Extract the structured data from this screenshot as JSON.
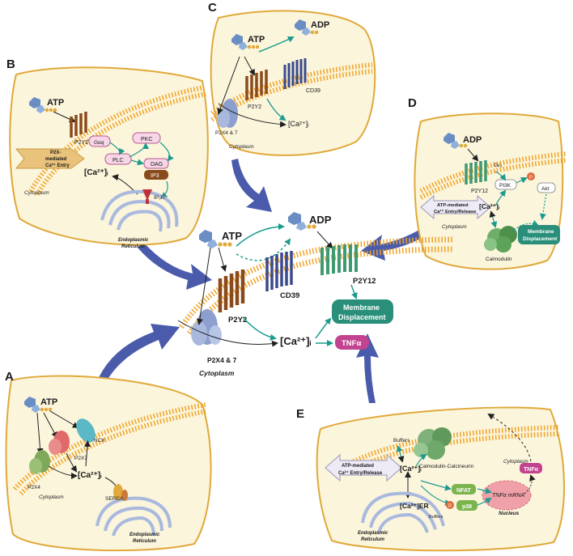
{
  "panels": {
    "A": {
      "letter": "A",
      "atp": "ATP",
      "p2x7": "P2X7",
      "p2x4": "P2X4",
      "ncx": "NCX",
      "ca": "[Ca²⁺]ᵢ",
      "serca": "SERCA",
      "cytoplasm": "Cytoplasm",
      "er1": "Endoplasmic",
      "er2": "Reticulum"
    },
    "B": {
      "letter": "B",
      "atp": "ATP",
      "p2y2": "P2Y2",
      "gq": "Gαq",
      "pkc": "PKC",
      "plc": "PLC",
      "dag": "DAG",
      "ip3": "IP3",
      "entry1": "P2X-",
      "entry2": "mediated",
      "entry3": "Ca²⁺ Entry",
      "ca": "[Ca²⁺]ᵢ",
      "ip3r": "IP₃R",
      "cytoplasm": "Cytoplasm",
      "er1": "Endoplasmic",
      "er2": "Reticulum"
    },
    "C": {
      "letter": "C",
      "atp": "ATP",
      "adp": "ADP",
      "cd39": "CD39",
      "p2y2": "P2Y2",
      "p2x": "P2X4 & 7",
      "ca": "[Ca²⁺]ᵢ",
      "cytoplasm": "Cytoplasm"
    },
    "D": {
      "letter": "D",
      "adp": "ADP",
      "gio": "Gᵢ/ₒ",
      "p2y12": "P2Y12",
      "pi3k": "PI3K",
      "akt": "Akt",
      "p": "P",
      "entry1": "ATP-mediated",
      "entry2": "Ca²⁺ Entry/Release",
      "ca": "[Ca²⁺]ᵢ",
      "cytoplasm": "Cytoplasm",
      "calmodulin": "Calmodulin",
      "md1": "Membrane",
      "md2": "Displacement"
    },
    "E": {
      "letter": "E",
      "buffers_top": "Buffers",
      "calmcalc": "Calmodulin-Calcineurin",
      "cytoplasm": "Cytoplasm",
      "entry1": "ATP-mediated",
      "entry2": "Ca²⁺ Entry/Release",
      "ca": "[Ca²⁺]ᵢ",
      "ca_er": "[Ca²⁺]ER",
      "buffers_er": "Buffers",
      "nfat": "NFAT",
      "p38": "p38",
      "p": "P",
      "tnf_mrna": "TNFα mRNA",
      "nucleus": "Nucleus",
      "tnf": "TNFα",
      "er1": "Endoplasmic",
      "er2": "Reticulum"
    }
  },
  "center": {
    "atp": "ATP",
    "adp": "ADP",
    "cd39": "CD39",
    "p2y12": "P2Y12",
    "p2y2": "P2Y2",
    "p2x": "P2X4 & 7",
    "cytoplasm": "Cytoplasm",
    "ca": "[Ca²⁺]ᵢ",
    "md1": "Membrane",
    "md2": "Displacement",
    "tnf": "TNFα"
  },
  "colors": {
    "cell_fill": "#fbf5dc",
    "cell_stroke": "#e0a93a",
    "membrane": "#f0a328",
    "big_arrow": "#4a5bab",
    "teal": "#1b9b8e",
    "p2y2": "#8a4b1c",
    "p2y12": "#3f9a72",
    "cd39": "#3b4a8c",
    "p2x": "#8d9fce",
    "er": "#a9b9de",
    "md_box": "#2a8f7a",
    "tnf_box": "#c2438f",
    "purine": "#6a8ec4"
  }
}
